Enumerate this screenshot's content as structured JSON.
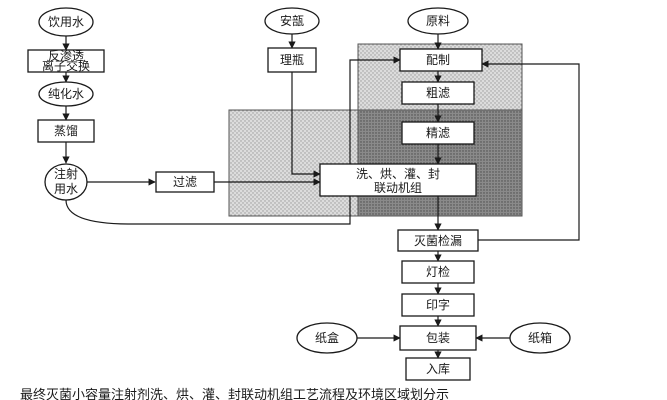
{
  "nodes": {
    "drinking_water": "饮用水",
    "ro_ion_exchange_line1": "反渗透",
    "ro_ion_exchange_line2": "离子交换",
    "purified_water": "纯化水",
    "distillation": "蒸馏",
    "wfi_line1": "注射",
    "wfi_line2": "用水",
    "ampoule": "安瓿",
    "sort_bottles": "理瓶",
    "raw_material": "原料",
    "compounding": "配制",
    "coarse_filter": "粗滤",
    "fine_filter": "精滤",
    "filtration": "过滤",
    "combo_line1": "洗、烘、灌、封",
    "combo_line2": "联动机组",
    "sterilize_leak": "灭菌检漏",
    "light_inspect": "灯检",
    "printing": "印字",
    "packing": "包装",
    "carton_box": "纸盒",
    "carton_case": "纸箱",
    "warehouse": "入库"
  },
  "caption": "最终灭菌小容量注射剂洗、烘、灌、封联动机组工艺流程及环境区域划分示",
  "colors": {
    "line": "#1a1a1a",
    "light_zone": "#d2d2d2",
    "dark_zone": "#8c8c8c",
    "node_fill": "#ffffff"
  }
}
